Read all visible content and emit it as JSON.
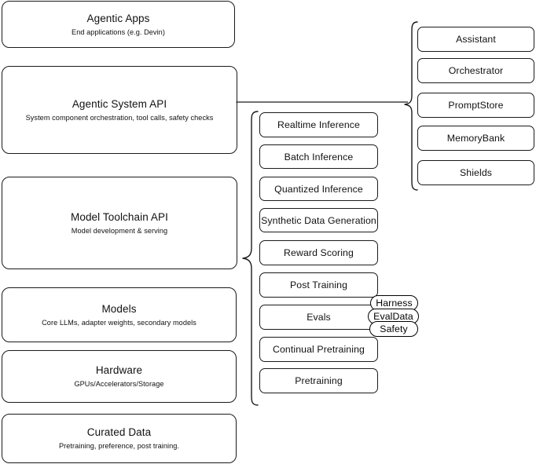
{
  "diagram": {
    "type": "layered-stack-diagram",
    "stack": [
      {
        "name": "agentic-apps",
        "title": "Agentic Apps",
        "subtitle": "End applications (e.g. Devin)"
      },
      {
        "name": "agentic-system-api",
        "title": "Agentic System API",
        "subtitle": "System component orchestration, tool calls, safety checks"
      },
      {
        "name": "model-toolchain-api",
        "title": "Model Toolchain API",
        "subtitle": "Model development & serving"
      },
      {
        "name": "models",
        "title": "Models",
        "subtitle": "Core LLMs, adapter weights, secondary models"
      },
      {
        "name": "hardware",
        "title": "Hardware",
        "subtitle": "GPUs/Accelerators/Storage"
      },
      {
        "name": "curated-data",
        "title": "Curated Data",
        "subtitle": "Pretraining, preference, post training."
      }
    ],
    "toolchain_components": [
      {
        "name": "realtime-inference",
        "label": "Realtime Inference"
      },
      {
        "name": "batch-inference",
        "label": "Batch Inference"
      },
      {
        "name": "quantized-inference",
        "label": "Quantized Inference"
      },
      {
        "name": "synthetic-data-generation",
        "label": "Synthetic Data Generation"
      },
      {
        "name": "reward-scoring",
        "label": "Reward Scoring"
      },
      {
        "name": "post-training",
        "label": "Post Training"
      },
      {
        "name": "evals",
        "label": "Evals"
      },
      {
        "name": "continual-pretraining",
        "label": "Continual Pretraining"
      },
      {
        "name": "pretraining",
        "label": "Pretraining"
      }
    ],
    "evals_subcomponents": [
      {
        "name": "harness",
        "label": "Harness"
      },
      {
        "name": "evaldata",
        "label": "EvalData"
      },
      {
        "name": "safety",
        "label": "Safety"
      }
    ],
    "system_components": [
      {
        "name": "assistant",
        "label": "Assistant"
      },
      {
        "name": "orchestrator",
        "label": "Orchestrator"
      },
      {
        "name": "promptstore",
        "label": "PromptStore"
      },
      {
        "name": "memorybank",
        "label": "MemoryBank"
      },
      {
        "name": "shields",
        "label": "Shields"
      }
    ],
    "colors": {
      "stroke": "#1a1a1a",
      "background": "#ffffff",
      "text": "#111111"
    }
  }
}
